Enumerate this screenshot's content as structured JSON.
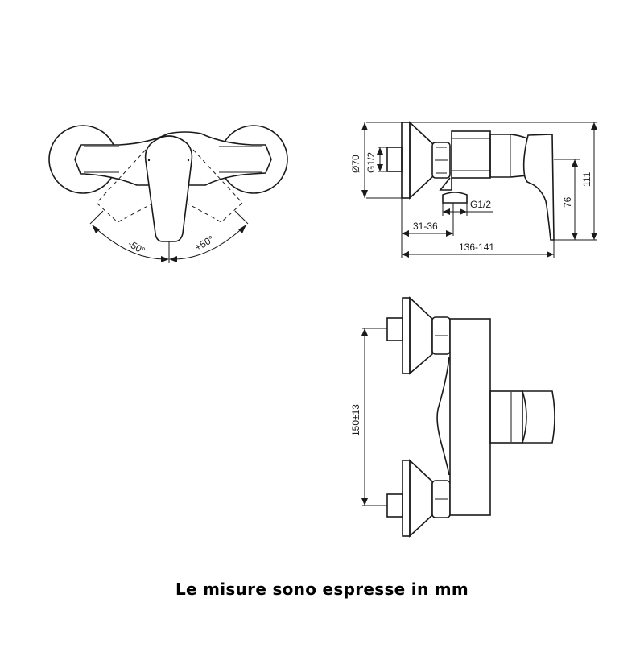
{
  "drawing": {
    "top_view": {
      "angle_left": "-50°",
      "angle_right": "+50°"
    },
    "side_view": {
      "flange_diameter": "Ø70",
      "inlet_thread": "G1/2",
      "outlet_thread": "G1/2",
      "inlet_depth": "31-36",
      "total_depth": "136-141",
      "lever_height": "76",
      "total_height": "111"
    },
    "front_view": {
      "center_distance": "150±13"
    }
  },
  "caption": "Le misure sono espresse in mm",
  "colors": {
    "line": "#1a1a1a",
    "background": "#ffffff"
  }
}
